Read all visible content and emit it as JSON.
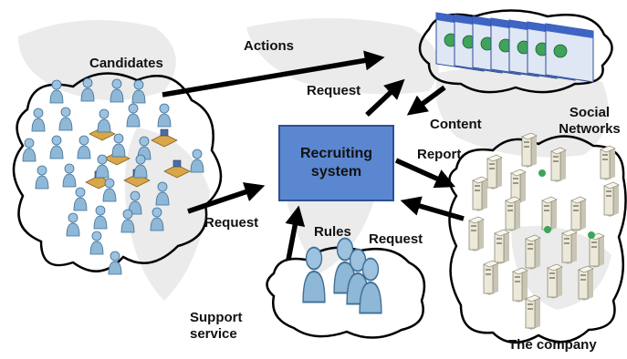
{
  "core": {
    "label": "Recruiting system",
    "fill": "#5b87d1"
  },
  "groups": {
    "candidates": "Candidates",
    "social_networks": "Social Networks",
    "company": "The company",
    "support": "Support service"
  },
  "edges": {
    "actions": "Actions",
    "request_content": "Request",
    "content": "Content",
    "report": "Report",
    "request_company": "Request",
    "request_candidates": "Request",
    "rules": "Rules"
  },
  "colors": {
    "person": "#8fb7d6",
    "server": "#ece9d8",
    "window": "#4a6fcf",
    "map": "#e6e6e6"
  }
}
